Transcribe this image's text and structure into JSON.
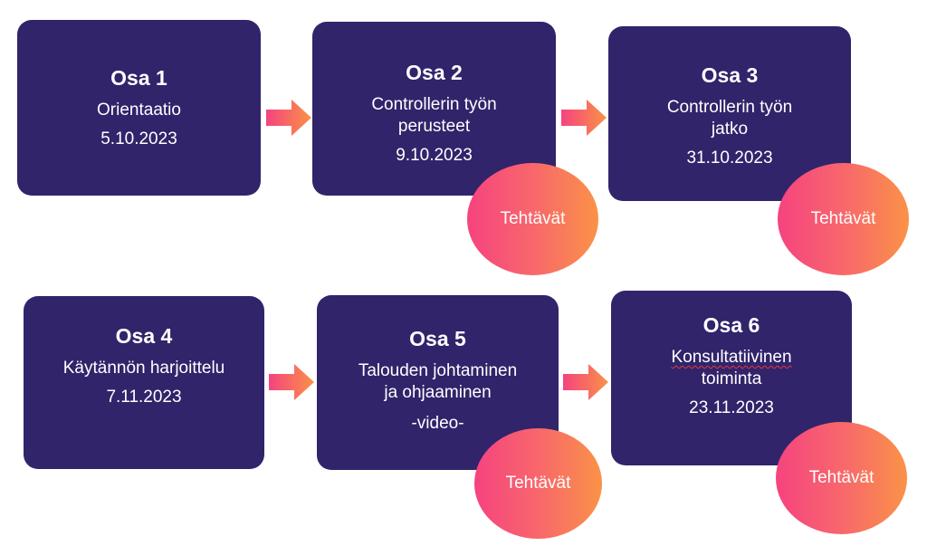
{
  "colors": {
    "box": "#31246b",
    "arrow_start": "#f5437f",
    "arrow_end": "#fa9247",
    "text": "#ffffff"
  },
  "parts": [
    {
      "title": "Osa 1",
      "lines": [
        "Orientaatio"
      ],
      "date": "5.10.2023",
      "badge": ""
    },
    {
      "title": "Osa 2",
      "lines": [
        "Controllerin työn",
        "perusteet"
      ],
      "date": "9.10.2023",
      "badge": "Tehtävät"
    },
    {
      "title": "Osa 3",
      "lines": [
        "Controllerin työn",
        "jatko"
      ],
      "date": "31.10.2023",
      "badge": "Tehtävät"
    },
    {
      "title": "Osa 4",
      "lines": [
        "Käytännön harjoittelu"
      ],
      "date": "7.11.2023",
      "badge": ""
    },
    {
      "title": "Osa 5",
      "lines": [
        "Talouden johtaminen",
        "ja ohjaaminen"
      ],
      "date": "-video-",
      "badge": "Tehtävät"
    },
    {
      "title": "Osa 6",
      "lines": [
        "Konsultatiivinen",
        "toiminta"
      ],
      "date": "23.11.2023",
      "badge": "Tehtävät"
    }
  ]
}
